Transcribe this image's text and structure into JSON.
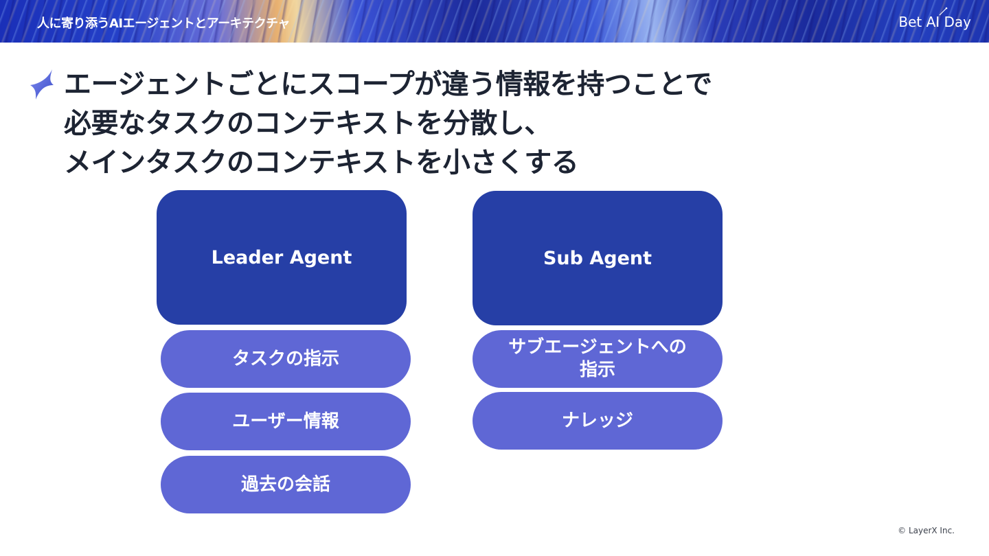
{
  "header": {
    "title": "人に寄り添うAIエージェントとアーキテクチャ",
    "brand": "Bet AI Day"
  },
  "heading": {
    "lines": [
      "エージェントごとにスコープが違う情報を持つことで",
      "必要なタスクのコンテキストを分散し、",
      "メインタスクのコンテキストを小さくする"
    ],
    "icon": "sparkle-icon"
  },
  "leader": {
    "title": "Leader Agent",
    "items": [
      "タスクの指示",
      "ユーザー情報",
      "過去の会話"
    ]
  },
  "sub": {
    "title": "Sub Agent",
    "items": [
      {
        "line1": "サブエージェントへの",
        "line2": "指示"
      },
      {
        "line1": "ナレッジ",
        "line2": ""
      }
    ]
  },
  "footer": {
    "copyright": "© LayerX Inc."
  },
  "colors": {
    "agent_box": "#263fa6",
    "pill": "#5f67d5",
    "heading_text": "#1d2433"
  }
}
